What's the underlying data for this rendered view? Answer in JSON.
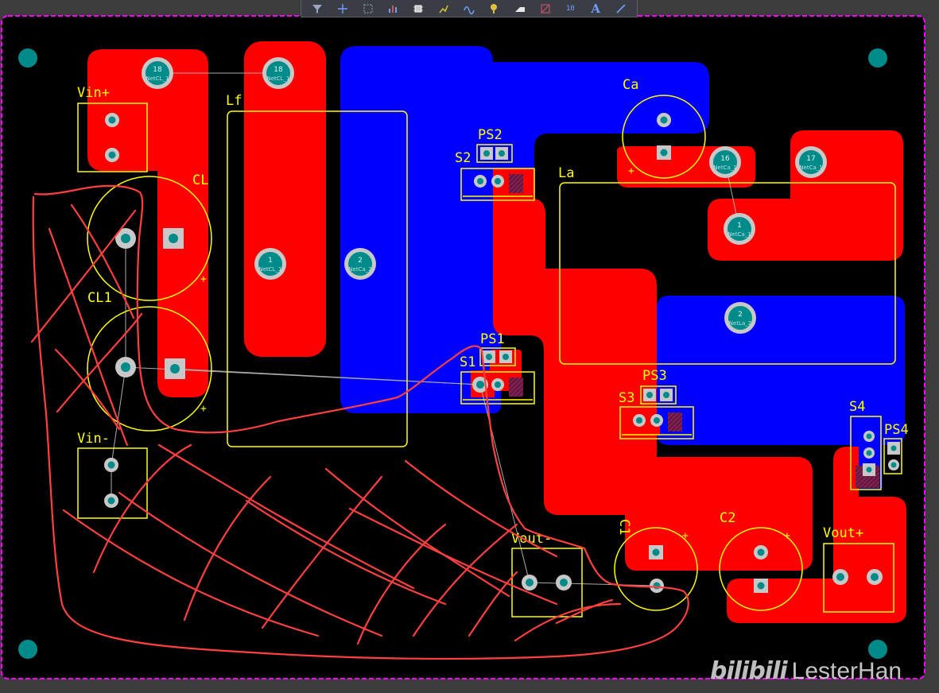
{
  "toolbar": {
    "tools": [
      {
        "name": "filter-icon"
      },
      {
        "name": "crosshair-icon"
      },
      {
        "name": "select-rect-icon"
      },
      {
        "name": "chart-icon"
      },
      {
        "name": "component-icon"
      },
      {
        "name": "route-icon"
      },
      {
        "name": "diff-pair-icon"
      },
      {
        "name": "via-icon"
      },
      {
        "name": "fill-icon"
      },
      {
        "name": "rule-icon"
      },
      {
        "name": "string-icon",
        "label": "10"
      },
      {
        "name": "text-icon",
        "label": "A"
      },
      {
        "name": "line-icon"
      }
    ]
  },
  "colors": {
    "board": "#000000",
    "top_copper": "#ff0000",
    "bottom_copper": "#0000ff",
    "silkscreen": "#ffff00",
    "pad": "#c8c8c8",
    "hole": "#008b8b",
    "ratsnest": "#aaaaaa",
    "sketch": "#ff4040",
    "board_edge": "#ff00ff"
  },
  "designators": {
    "vin_plus": "Vin+",
    "vin_minus": "Vin-",
    "cl": "CL",
    "cl1": "CL1",
    "lf": "Lf",
    "ps2": "PS2",
    "s2": "S2",
    "ca": "Ca",
    "la": "La",
    "ps1": "PS1",
    "s1": "S1",
    "ps3": "PS3",
    "s3": "S3",
    "s4": "S4",
    "ps4": "PS4",
    "c1": "C1",
    "c2": "C2",
    "vout_minus": "Vout-",
    "vout_plus": "Vout+",
    "plus": "+"
  },
  "pads": {
    "p18a": {
      "num": "18",
      "net": "NetCL_1"
    },
    "p18b": {
      "num": "18",
      "net": "NetCL_1"
    },
    "p1_cl": {
      "num": "1",
      "net": "NetCL_1"
    },
    "p2_ca": {
      "num": "2",
      "net": "NetCa_2"
    },
    "p16": {
      "num": "16",
      "net": "NetCa_1"
    },
    "p17": {
      "num": "17",
      "net": "NetCa_1"
    },
    "p1_ca": {
      "num": "1",
      "net": "NetCa_1"
    },
    "p2_la": {
      "num": "2",
      "net": "NetLa_2"
    }
  },
  "watermark": {
    "logo": "bilibili",
    "user": "LesterHan"
  }
}
